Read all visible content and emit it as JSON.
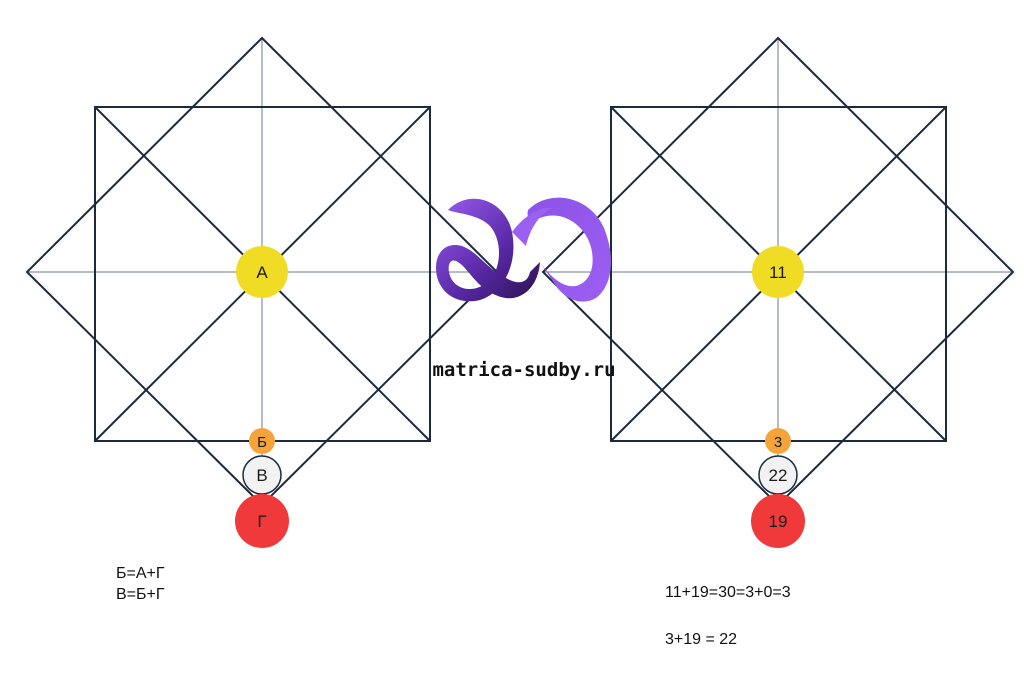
{
  "colors": {
    "line_dark": "#1b2a3d",
    "line_light": "#6b7a8a",
    "yellow": "#f0dc24",
    "orange": "#f5a43a",
    "white_node": "#f2f2f2",
    "red": "#f0393b",
    "logo_purple": "#8b4fe0",
    "logo_dark": "#3a1a70"
  },
  "left_diagram": {
    "center_label": "А",
    "b_label": "Б",
    "v_label": "В",
    "g_label": "Г"
  },
  "right_diagram": {
    "center_label": "11",
    "b_label": "3",
    "v_label": "22",
    "g_label": "19"
  },
  "logo": {
    "text": "matrica-sudby.ru",
    "icon": "infinity-ribbon-icon"
  },
  "formulas": {
    "left_line1": "Б=А+Г",
    "left_line2": "В=Б+Г",
    "right_line1": "11+19=30=3+0=3",
    "right_line2": "3+19 = 22"
  }
}
